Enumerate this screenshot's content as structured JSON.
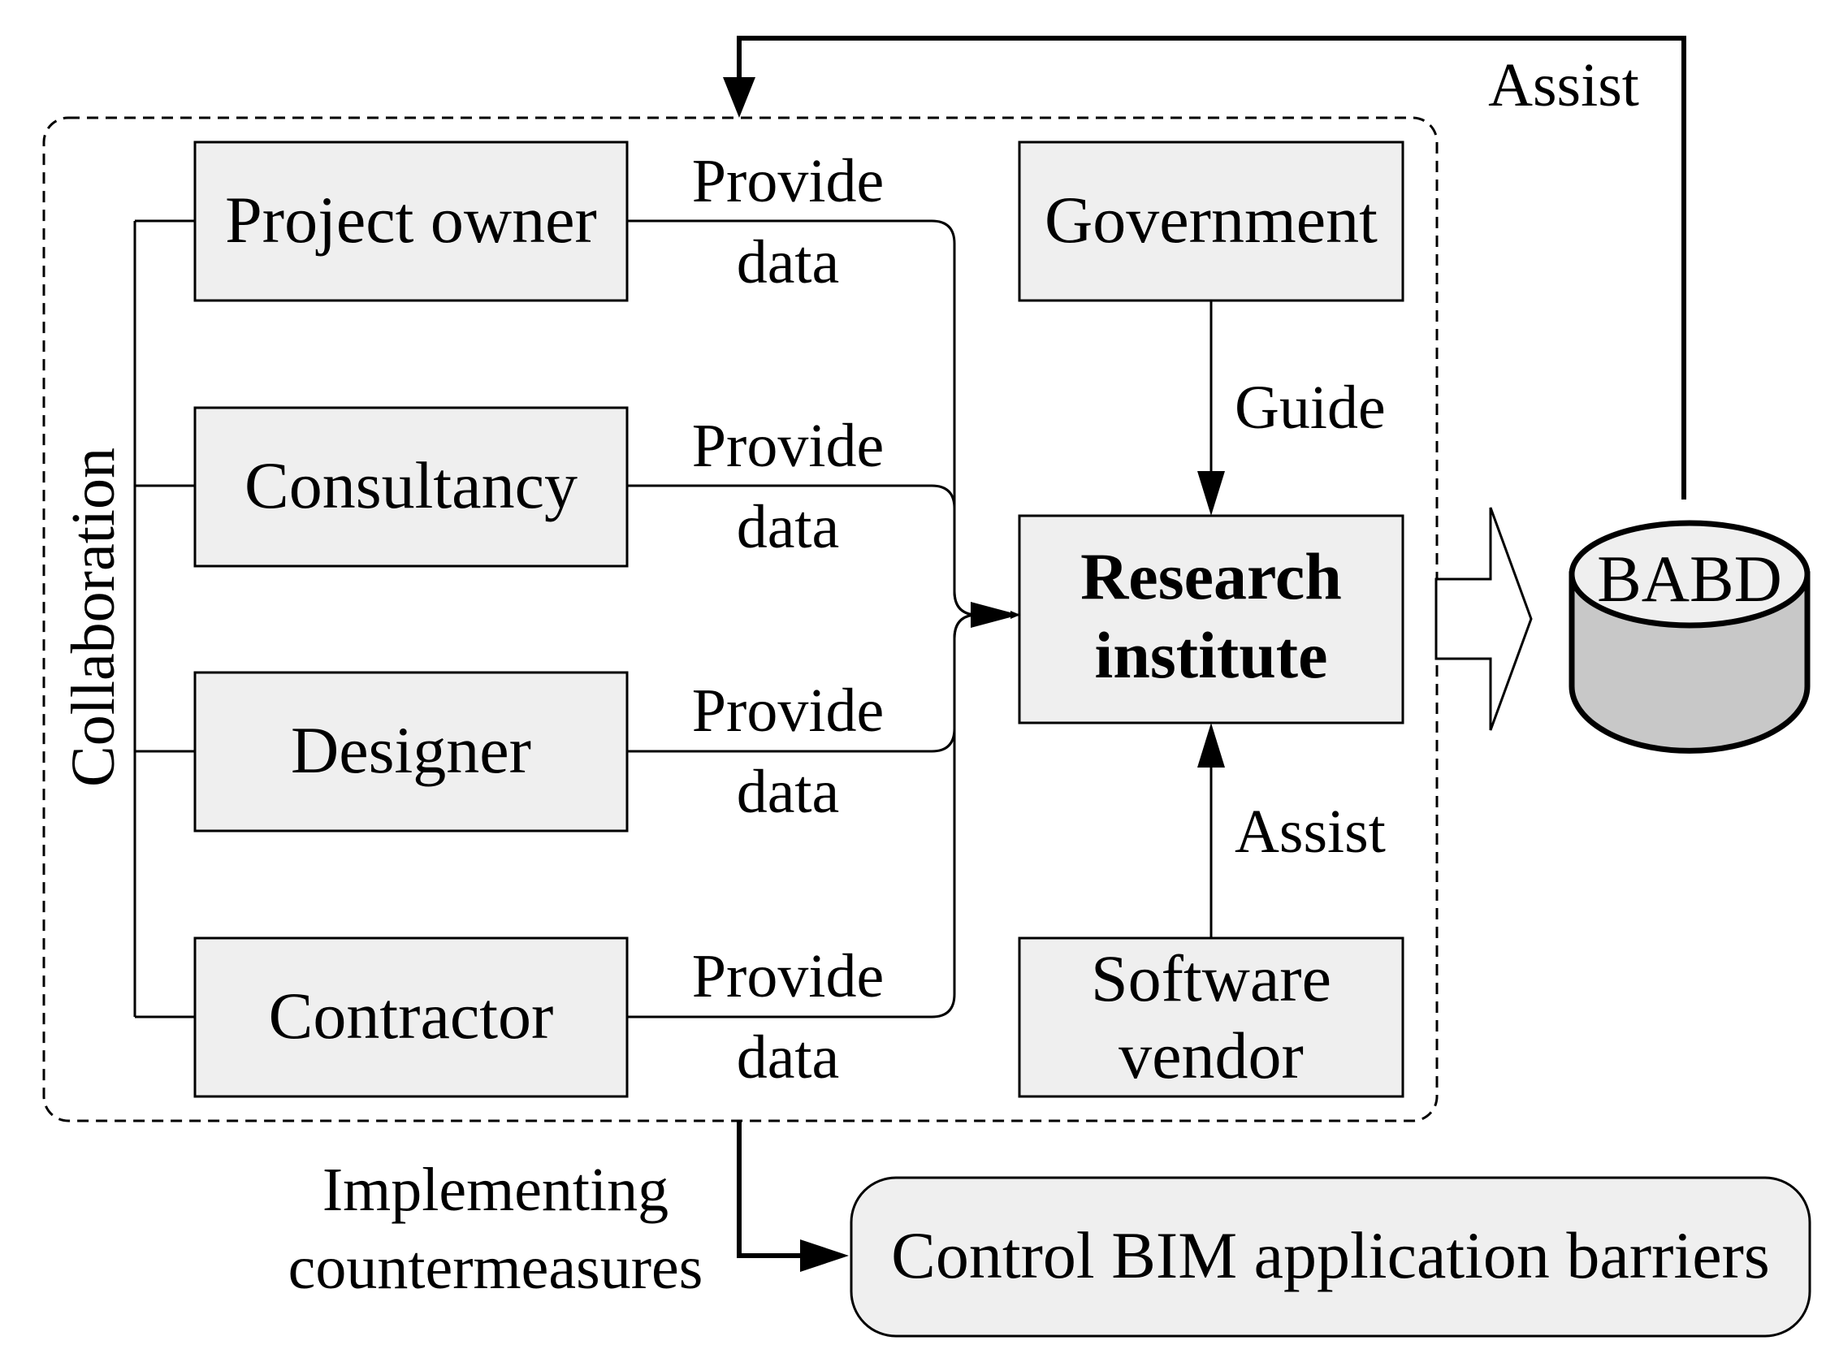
{
  "nodes": {
    "project_owner": "Project owner",
    "consultancy": "Consultancy",
    "designer": "Designer",
    "contractor": "Contractor",
    "government": "Government",
    "research_line1": "Research",
    "research_line2": "institute",
    "software_line1": "Software",
    "software_line2": "vendor",
    "babd": "BABD",
    "control": "Control BIM application barriers"
  },
  "edges": {
    "provide_line1": "Provide",
    "provide_line2": "data",
    "guide": "Guide",
    "assist_vendor": "Assist",
    "assist_babd": "Assist",
    "collaboration": "Collaboration",
    "implementing_line1": "Implementing",
    "implementing_line2": "countermeasures"
  }
}
